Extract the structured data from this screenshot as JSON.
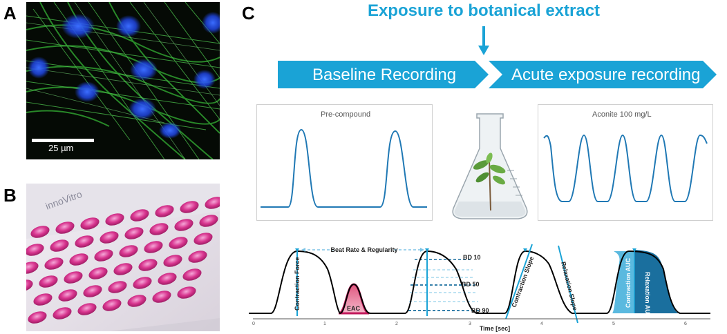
{
  "panels": {
    "a": "A",
    "b": "B",
    "c": "C"
  },
  "micrograph": {
    "scale_bar_label": "25 µm"
  },
  "exposure_title": "Exposure to botanical extract",
  "timeline": {
    "baseline": "Baseline Recording",
    "acute": "Acute exposure recording"
  },
  "traces": {
    "pre_title": "Pre-compound",
    "post_title": "Aconite 100 mg/L"
  },
  "plate_brand": "innoVitro",
  "annotations": {
    "beat_rate": "Beat Rate & Regularity",
    "contraction_force": "Contraction Force",
    "eac": "EAC",
    "bd10": "BD 10",
    "bd50": "BD 50",
    "bd90": "BD 90",
    "contraction_slope": "Contraction Slope",
    "relaxation_slope": "Relaxation Slope",
    "contraction_auc": "Contraction AUC",
    "relaxation_auc": "Relaxation AUC"
  },
  "time_axis": {
    "label": "Time [sec]",
    "ticks": [
      "0",
      "1",
      "2",
      "3",
      "4",
      "5",
      "6"
    ]
  },
  "colors": {
    "accent": "#1aa3d6",
    "trace": "#1f78b4",
    "auc_light": "#5ab9df",
    "auc_dark": "#1a6f9e",
    "eac": "#c2185b"
  }
}
